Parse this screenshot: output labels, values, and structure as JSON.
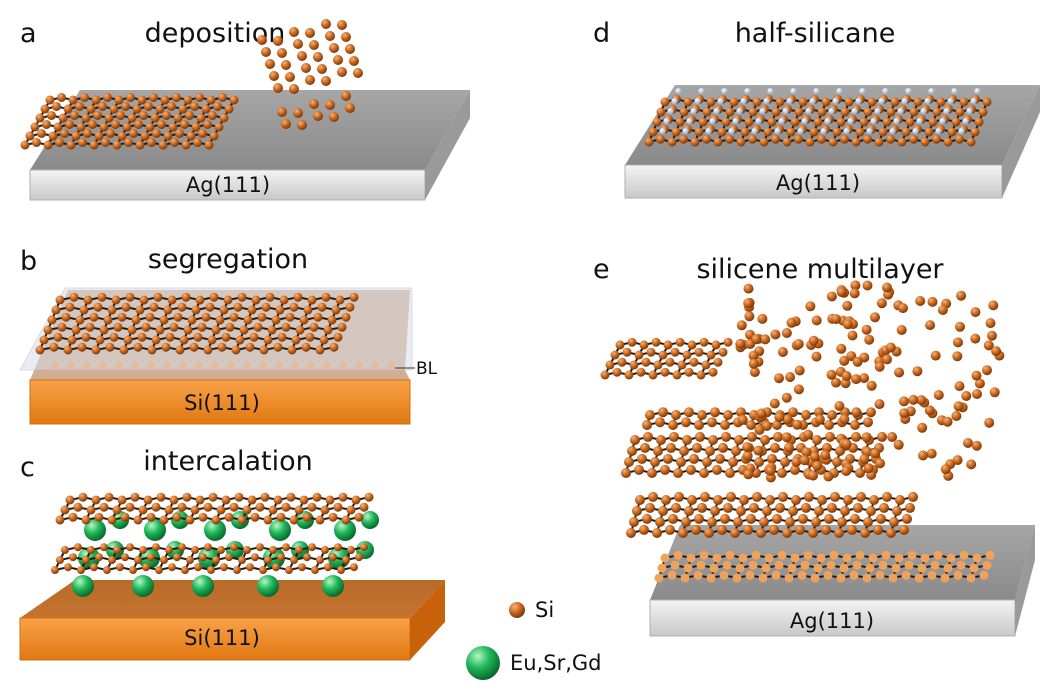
{
  "panels": {
    "a": {
      "letter": "a",
      "title": "deposition",
      "substrate": "Ag(111)"
    },
    "b": {
      "letter": "b",
      "title": "segregation",
      "substrate": "Si(111)",
      "layer_label": "BL"
    },
    "c": {
      "letter": "c",
      "title": "intercalation",
      "substrate": "Si(111)"
    },
    "d": {
      "letter": "d",
      "title": "half-silicane",
      "substrate": "Ag(111)"
    },
    "e": {
      "letter": "e",
      "title": "silicene multilayer",
      "substrate": "Ag(111)"
    }
  },
  "legend": {
    "si": {
      "label": "Si",
      "color": "#c8661c"
    },
    "metal": {
      "label": "Eu,Sr,Gd",
      "color": "#1fb85a"
    }
  },
  "colors": {
    "silver": "#c9c9c9",
    "silicon_orange": "#f08a1e",
    "atom_orange": "#b85a18",
    "hydrogen": "#c8d8ec"
  }
}
